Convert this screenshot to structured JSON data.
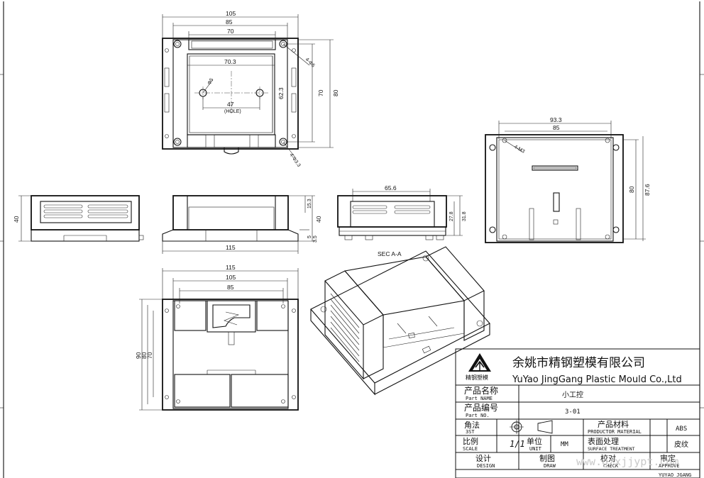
{
  "dimensions": {
    "top_view": {
      "w105": "105",
      "w85": "85",
      "w70": "70",
      "inner_w": "70.3",
      "inner_h": "62.3",
      "hole_pitch": "47",
      "hole_pitch_note": "(HOLE)",
      "hole_dia": "Φ5",
      "h70": "70",
      "h80": "80",
      "corner_holes_top": "4-Φ5",
      "corner_holes_bottom": "4-Φ3.3"
    },
    "side_views": {
      "left_h": "40",
      "front_h": "40",
      "front_sub": "15.3",
      "front_base_a": "5",
      "front_base_b": "3.5",
      "front_w": "115",
      "sec_w": "65.6",
      "sec_h1": "27.8",
      "sec_h2": "31.8",
      "sec_label": "SEC A-A"
    },
    "right_view": {
      "w93": "93.3",
      "w85": "85",
      "h80": "80",
      "h87": "87.6",
      "holes": "4-M3"
    },
    "bottom_view": {
      "w115": "115",
      "w105": "105",
      "w85": "85",
      "h90": "90",
      "h80": "80",
      "h70": "70"
    }
  },
  "title_block": {
    "company_cn": "余姚市精钢塑模有限公司",
    "company_en": "YuYao JingGang Plastic Mould Co.,Ltd",
    "logo_text": "精钢塑模",
    "product_name_label_cn": "产品名称",
    "product_name_label_en": "Part NAME",
    "product_name_value": "小工控",
    "product_no_label_cn": "产品编号",
    "product_no_label_en": "Part NO.",
    "product_no_value": "3-01",
    "angle_label_cn": "角法",
    "angle_label_en": "3ST",
    "material_label_cn": "产品材料",
    "material_label_en": "PRODUCTOR MATERIAL",
    "material_value": "ABS",
    "scale_label_cn": "比例",
    "scale_label_en": "SCALE",
    "scale_value": "1/1",
    "unit_label_cn": "单位",
    "unit_label_en": "UNIT",
    "unit_value": "MM",
    "surface_label_cn": "表面处理",
    "surface_label_en": "SURFACE TREATMENT",
    "surface_value": "皮纹",
    "design_label_cn": "设计",
    "design_label_en": "DESIGN",
    "draw_label_cn": "制图",
    "draw_label_en": "DRAW",
    "check_label_cn": "校对",
    "check_label_en": "CHECK",
    "approve_label_cn": "审定",
    "approve_label_en": "APPROVE",
    "footer_text": "YUYAO JGANG"
  },
  "watermark": "www.gzxjjypt.com"
}
